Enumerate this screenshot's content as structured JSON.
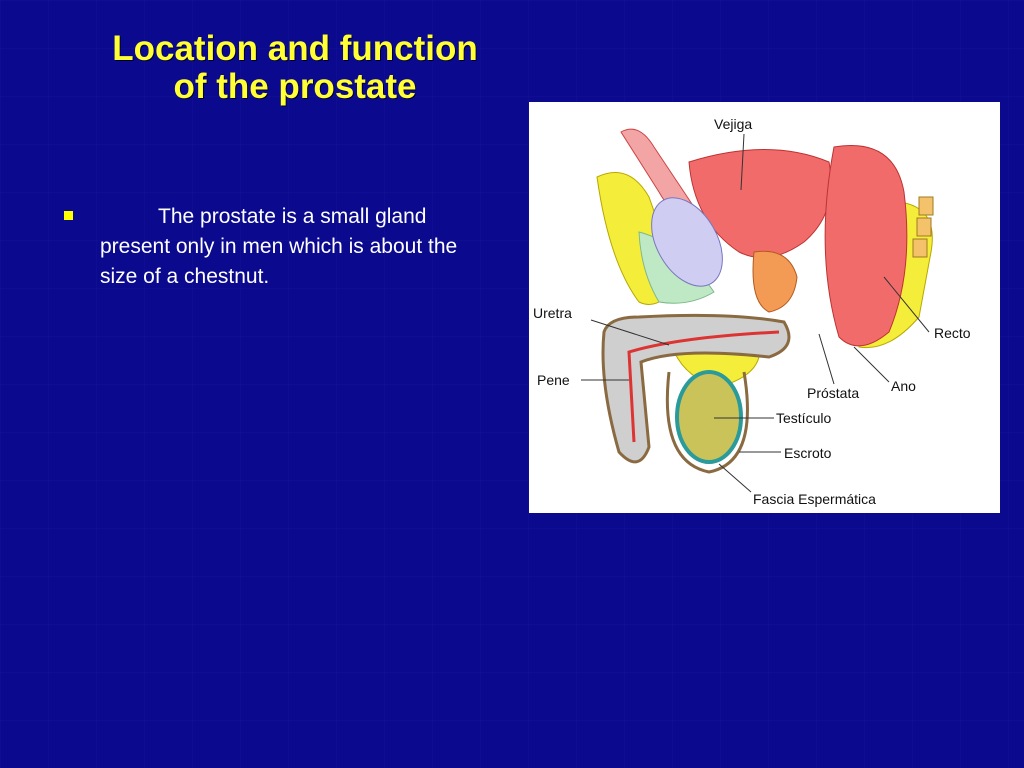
{
  "slide": {
    "title_line1": "Location and function",
    "title_line2": "of the prostate",
    "bullet_text": "The prostate is a small gland present only in men which is about the size of a chestnut."
  },
  "figure": {
    "labels": {
      "vejiga": "Vejiga",
      "uretra": "Uretra",
      "pene": "Pene",
      "recto": "Recto",
      "prostata": "Próstata",
      "ano": "Ano",
      "testiculo": "Testículo",
      "escroto": "Escroto",
      "fascia": "Fascia Espermática"
    }
  },
  "colors": {
    "background": "#0b0a8e",
    "title": "#ffff33",
    "bullet": "#ffff00",
    "body_text": "#ffffff"
  }
}
